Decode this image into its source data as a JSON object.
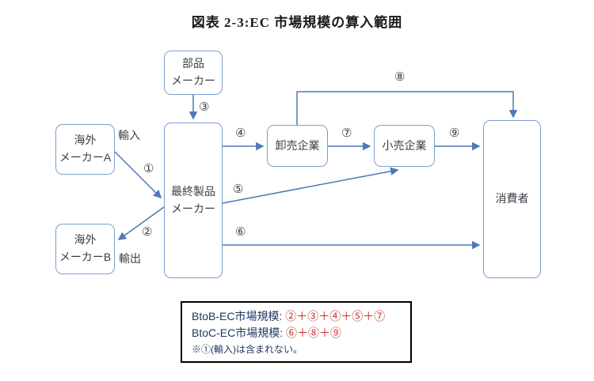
{
  "title": "図表 2-3:EC 市場規模の算入範囲",
  "nodes": {
    "parts": "部品\nメーカー",
    "overseas_a": "海外\nメーカーA",
    "overseas_b": "海外\nメーカーB",
    "final": "最終製品\nメーカー",
    "wholesale": "卸売企業",
    "retail": "小売企業",
    "consumer": "消費者"
  },
  "labels": {
    "import": "輸入",
    "export": "輸出",
    "n1": "①",
    "n2": "②",
    "n3": "③",
    "n4": "④",
    "n5": "⑤",
    "n6": "⑥",
    "n7": "⑦",
    "n8": "⑧",
    "n9": "⑨"
  },
  "legend": {
    "btob_label": "BtoB-EC市場規模:",
    "btob_value": "②＋③＋④＋⑤＋⑦",
    "btoc_label": "BtoC-EC市場規模:",
    "btoc_value": "⑥＋⑧＋⑨",
    "note": "※①(輸入)は含まれない。"
  },
  "colors": {
    "box_border": "#7c9fd1",
    "arrow": "#4d79b6",
    "legend_text": "#1f3864",
    "legend_value": "#c03030"
  }
}
